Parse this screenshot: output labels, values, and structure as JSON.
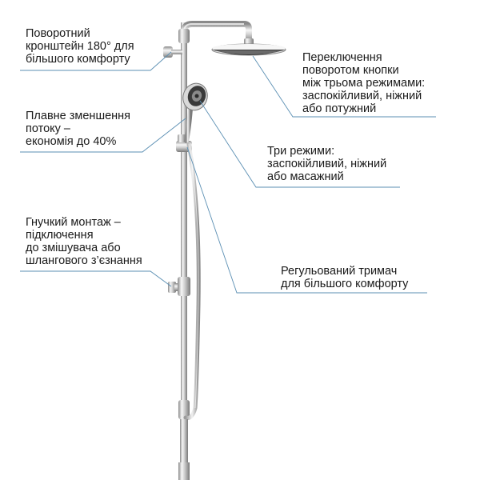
{
  "callouts": {
    "bracket": {
      "lines": [
        "Поворотний",
        "кронштейн 180° для",
        "більшого комфорту"
      ]
    },
    "modes_switch": {
      "lines": [
        "Переключення",
        "поворотом кнопки",
        "між трьома режимами:",
        "заспокійливий, ніжний",
        "або потужний"
      ]
    },
    "flow": {
      "lines": [
        "Плавне зменшення",
        "потоку –",
        "економія до 40%"
      ]
    },
    "three_modes": {
      "lines": [
        "Три режими:",
        "заспокійливий, ніжний",
        "або масажний"
      ]
    },
    "mounting": {
      "lines": [
        "Гнучкий монтаж –",
        "підключення",
        "до змішувача або",
        "шлангового з’єзнання"
      ]
    },
    "holder": {
      "lines": [
        "Регульований тримач",
        "для більшого комфорту"
      ]
    }
  },
  "colors": {
    "chrome_light": "#f4f4f4",
    "chrome_mid": "#c9c9c9",
    "chrome_dark": "#7d7d7d",
    "leader_line": "#5b8fb3",
    "face_grey": "#3a3a3a"
  }
}
